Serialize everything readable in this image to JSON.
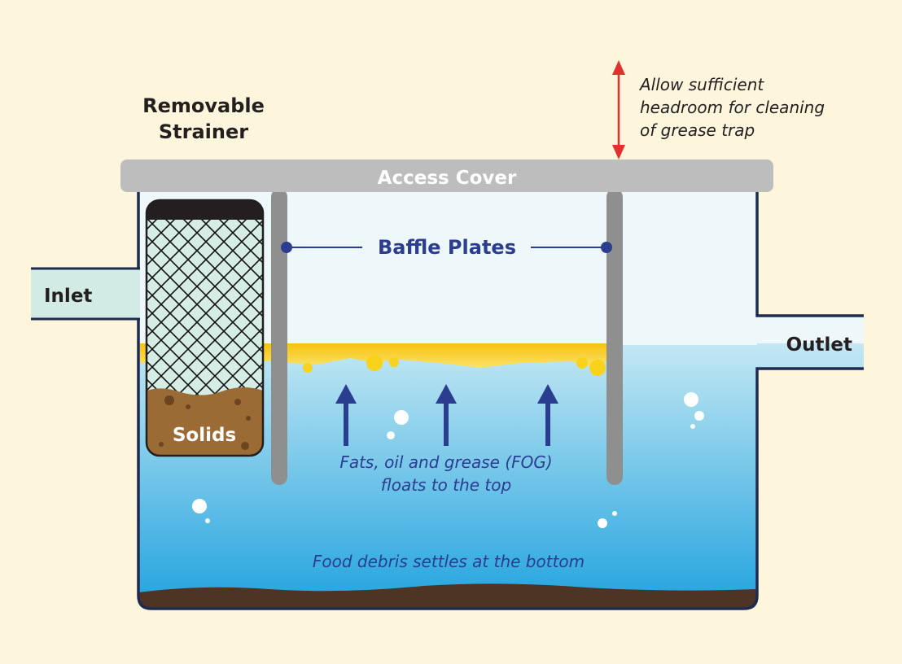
{
  "labels": {
    "strainer_line1": "Removable",
    "strainer_line2": "Strainer",
    "headroom_line1": "Allow sufficient",
    "headroom_line2": "headroom for cleaning",
    "headroom_line3": "of grease trap",
    "access_cover": "Access Cover",
    "baffle_plates": "Baffle Plates",
    "inlet": "Inlet",
    "outlet": "Outlet",
    "solids": "Solids",
    "fog_line1": "Fats, oil and grease (FOG)",
    "fog_line2": "floats to the top",
    "debris": "Food debris settles at the bottom"
  },
  "colors": {
    "background": "#fdf6dc",
    "outline": "#1e2b4f",
    "water_top": "#c4e8f3",
    "water_bottom": "#2aa7e0",
    "air": "#eef8fb",
    "grease": "#f9d21c",
    "cover": "#bdbdbd",
    "baffle": "#8f8f8f",
    "label_blue": "#2b3d8e",
    "headroom_arrow": "#e0312f",
    "sludge": "#4e3424",
    "solids": "#9a6b35"
  }
}
